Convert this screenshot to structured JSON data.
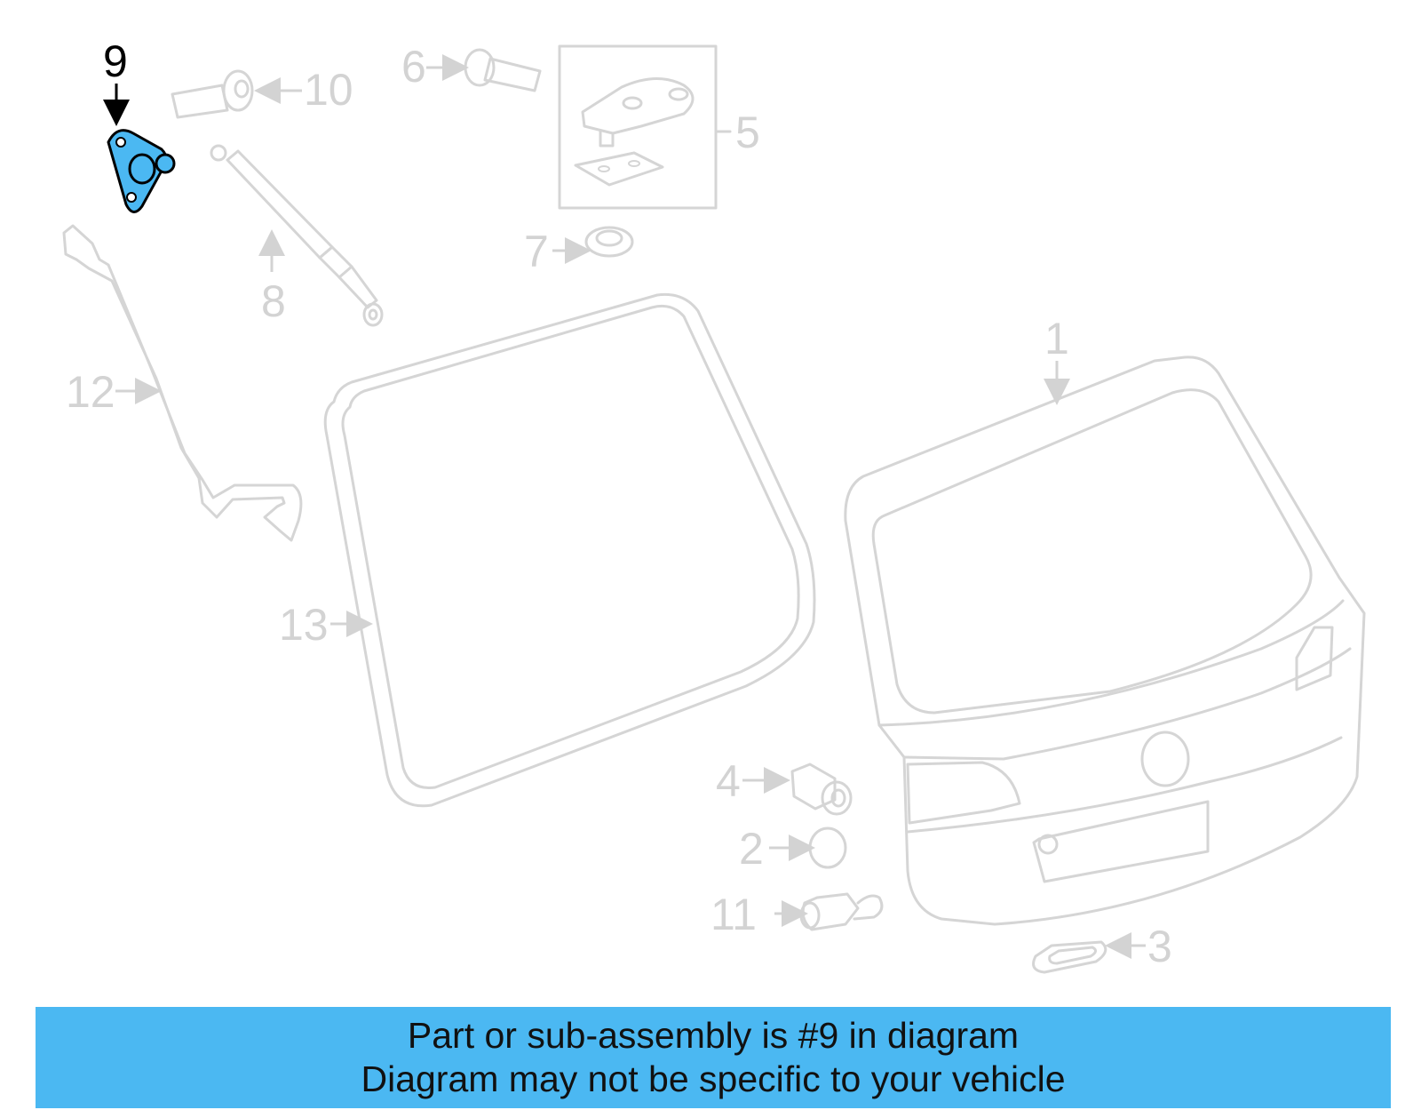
{
  "callouts": {
    "c1": "1",
    "c2": "2",
    "c3": "3",
    "c4": "4",
    "c5": "5",
    "c6": "6",
    "c7": "7",
    "c8": "8",
    "c9": "9",
    "c10": "10",
    "c11": "11",
    "c12": "12",
    "c13": "13"
  },
  "highlighted_part": "9",
  "colors": {
    "highlight": "#4bb8f2",
    "line": "#d5d5d5",
    "banner": "#4bb8f2"
  },
  "banner": {
    "line1": "Part or sub-assembly is #9 in diagram",
    "line2": "Diagram may not be specific to your vehicle"
  }
}
